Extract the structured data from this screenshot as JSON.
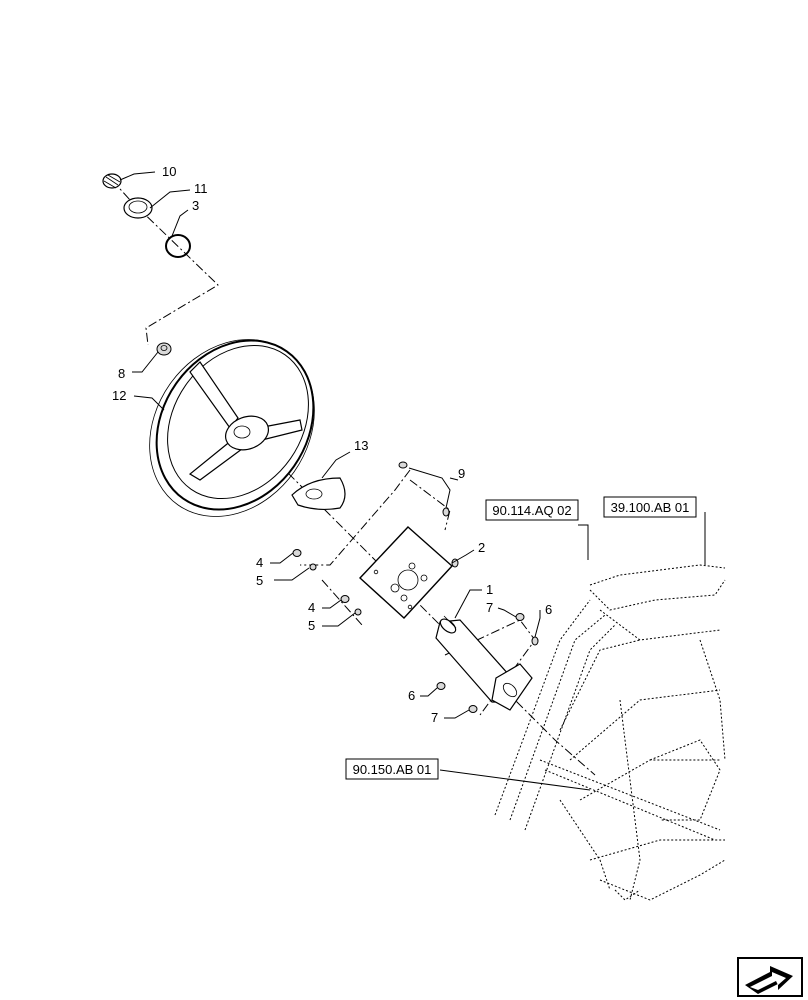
{
  "callouts": {
    "c10": "10",
    "c11": "11",
    "c3": "3",
    "c8": "8",
    "c12": "12",
    "c13": "13",
    "c9": "9",
    "c2": "2",
    "c4a": "4",
    "c5a": "5",
    "c4b": "4",
    "c5b": "5",
    "c1": "1",
    "c7a": "7",
    "c6a": "6",
    "c6b": "6",
    "c7b": "7"
  },
  "references": {
    "ref1": "90.114.AQ 02",
    "ref2": "39.100.AB 01",
    "ref3": "90.150.AB 01"
  },
  "icons": {
    "nav": "next-page-arrow-icon"
  }
}
